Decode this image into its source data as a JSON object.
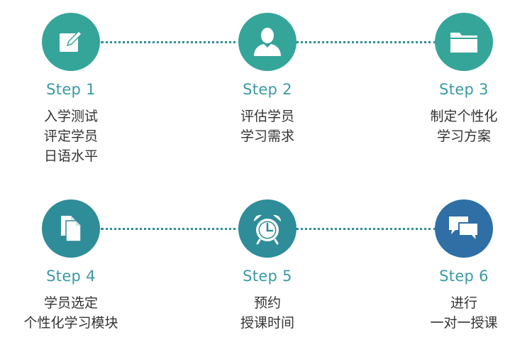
{
  "steps": [
    {
      "label": "Step 1",
      "icon": "edit-icon",
      "color": "#35a59a",
      "lines": [
        "入学测试",
        "评定学员",
        "日语水平"
      ]
    },
    {
      "label": "Step 2",
      "icon": "user-icon",
      "color": "#35a59a",
      "lines": [
        "评估学员",
        "学习需求"
      ]
    },
    {
      "label": "Step 3",
      "icon": "folder-icon",
      "color": "#35a59a",
      "lines": [
        "制定个性化",
        "学习方案"
      ]
    },
    {
      "label": "Step 4",
      "icon": "documents-icon",
      "color": "#2f8c99",
      "lines": [
        "学员选定",
        "个性化学习模块"
      ]
    },
    {
      "label": "Step 5",
      "icon": "alarm-clock-icon",
      "color": "#2f8c99",
      "lines": [
        "预约",
        "授课时间"
      ]
    },
    {
      "label": "Step 6",
      "icon": "chat-bubbles-icon",
      "color": "#2f6fa5",
      "lines": [
        "进行",
        "一对一授课"
      ]
    }
  ]
}
